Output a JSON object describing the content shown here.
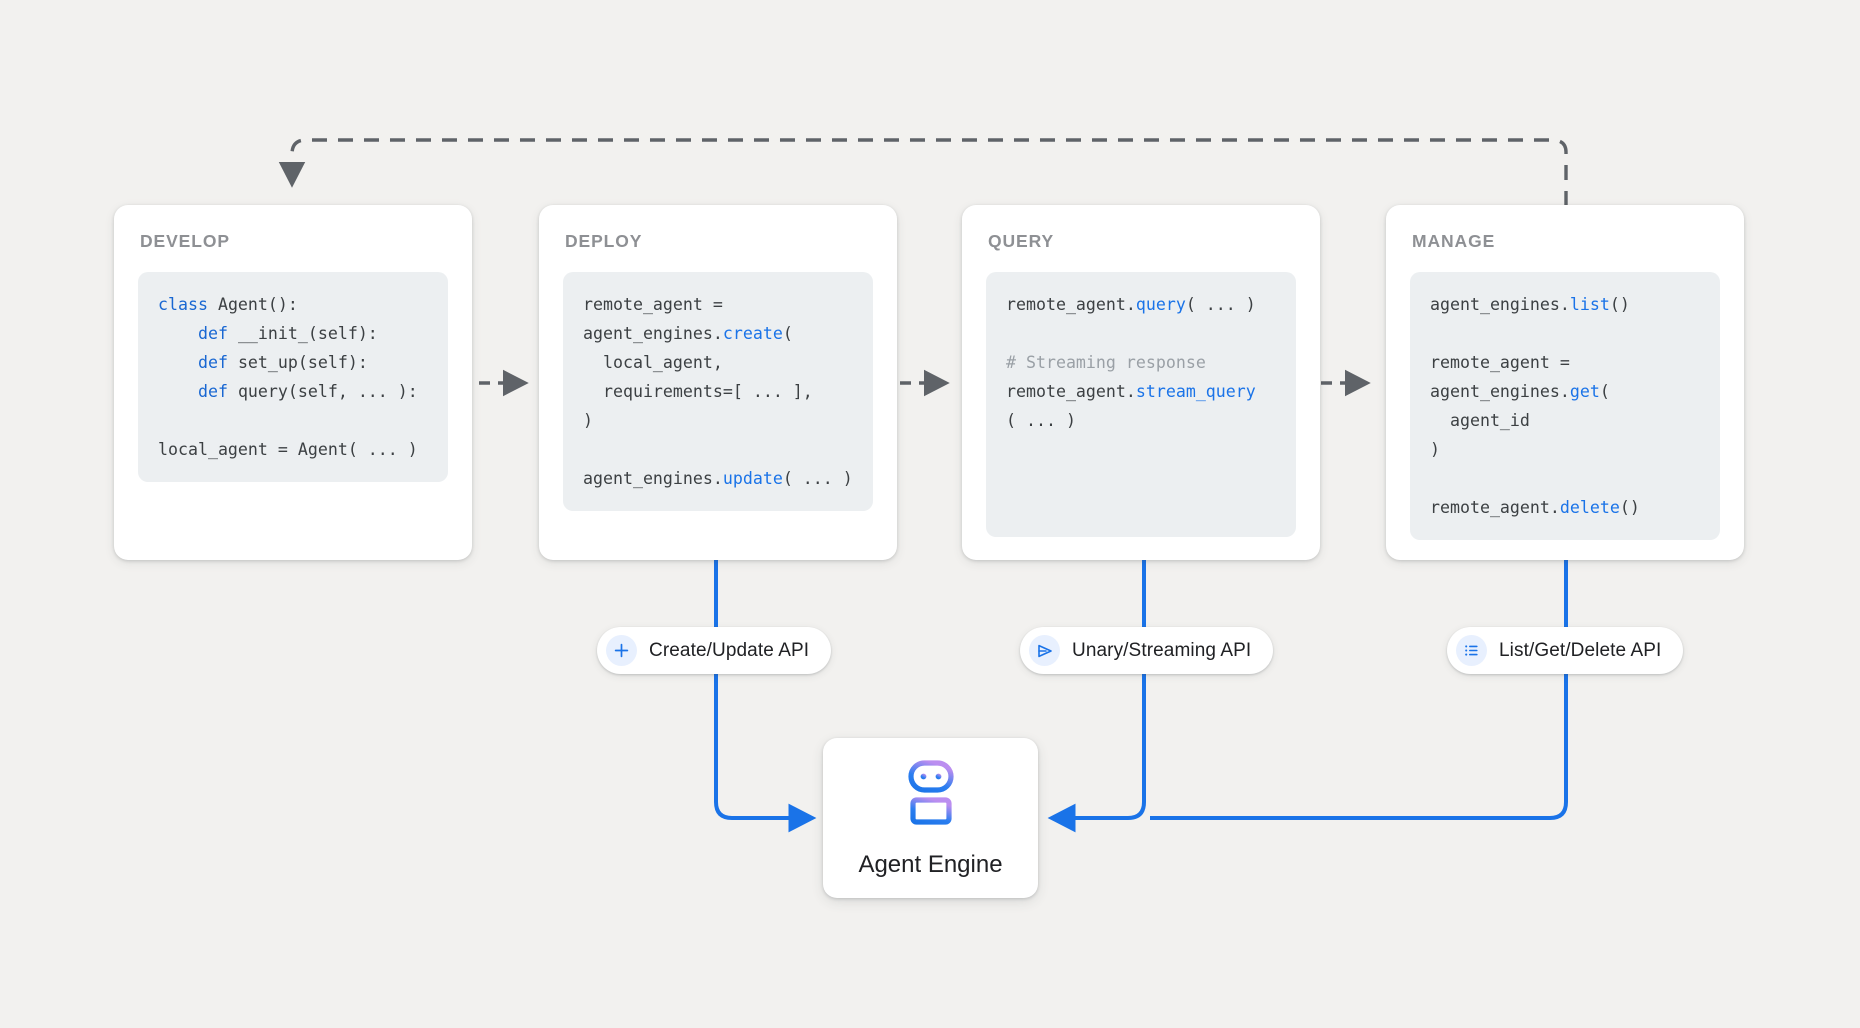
{
  "background_color": "#f2f1ef",
  "accent_color": "#1a73e8",
  "dashed_arrow_color": "#5f6368",
  "stages": [
    {
      "title": "DEVELOP",
      "code_lines": [
        [
          {
            "t": "class ",
            "c": "kw"
          },
          {
            "t": "Agent():",
            "c": ""
          }
        ],
        [
          {
            "t": "    ",
            "c": ""
          },
          {
            "t": "def ",
            "c": "kw"
          },
          {
            "t": "__init_(self):",
            "c": ""
          }
        ],
        [
          {
            "t": "    ",
            "c": ""
          },
          {
            "t": "def ",
            "c": "kw"
          },
          {
            "t": "set_up(self):",
            "c": ""
          }
        ],
        [
          {
            "t": "    ",
            "c": ""
          },
          {
            "t": "def ",
            "c": "kw"
          },
          {
            "t": "query(self, ... ):",
            "c": ""
          }
        ],
        [],
        [
          {
            "t": "local_agent = Agent( ... )",
            "c": ""
          }
        ]
      ]
    },
    {
      "title": "DEPLOY",
      "code_lines": [
        [
          {
            "t": "remote_agent =",
            "c": ""
          }
        ],
        [
          {
            "t": "agent_engines.",
            "c": ""
          },
          {
            "t": "create",
            "c": "fn"
          },
          {
            "t": "(",
            "c": ""
          }
        ],
        [
          {
            "t": "  local_agent,",
            "c": ""
          }
        ],
        [
          {
            "t": "  requirements=[ ... ],",
            "c": ""
          }
        ],
        [
          {
            "t": ")",
            "c": ""
          }
        ],
        [],
        [
          {
            "t": "agent_engines.",
            "c": ""
          },
          {
            "t": "update",
            "c": "fn"
          },
          {
            "t": "( ... )",
            "c": ""
          }
        ]
      ]
    },
    {
      "title": "QUERY",
      "code_lines": [
        [
          {
            "t": "remote_agent.",
            "c": ""
          },
          {
            "t": "query",
            "c": "fn"
          },
          {
            "t": "( ... )",
            "c": ""
          }
        ],
        [],
        [
          {
            "t": "# Streaming response",
            "c": "cm"
          }
        ],
        [
          {
            "t": "remote_agent.",
            "c": ""
          },
          {
            "t": "stream_query",
            "c": "fn"
          }
        ],
        [
          {
            "t": "( ... )",
            "c": ""
          }
        ]
      ]
    },
    {
      "title": "MANAGE",
      "code_lines": [
        [
          {
            "t": "agent_engines.",
            "c": ""
          },
          {
            "t": "list",
            "c": "fn"
          },
          {
            "t": "()",
            "c": ""
          }
        ],
        [],
        [
          {
            "t": "remote_agent =",
            "c": ""
          }
        ],
        [
          {
            "t": "agent_engines.",
            "c": ""
          },
          {
            "t": "get",
            "c": "fn"
          },
          {
            "t": "(",
            "c": ""
          }
        ],
        [
          {
            "t": "  agent_id",
            "c": ""
          }
        ],
        [
          {
            "t": ")",
            "c": ""
          }
        ],
        [],
        [
          {
            "t": "remote_agent.",
            "c": ""
          },
          {
            "t": "delete",
            "c": "fn"
          },
          {
            "t": "()",
            "c": ""
          }
        ]
      ]
    }
  ],
  "api_pills": [
    {
      "label": "Create/Update API",
      "icon": "plus-icon"
    },
    {
      "label": "Unary/Streaming API",
      "icon": "send-icon"
    },
    {
      "label": "List/Get/Delete API",
      "icon": "list-icon"
    }
  ],
  "agent_engine": {
    "label": "Agent Engine",
    "icon": "robot-icon"
  }
}
